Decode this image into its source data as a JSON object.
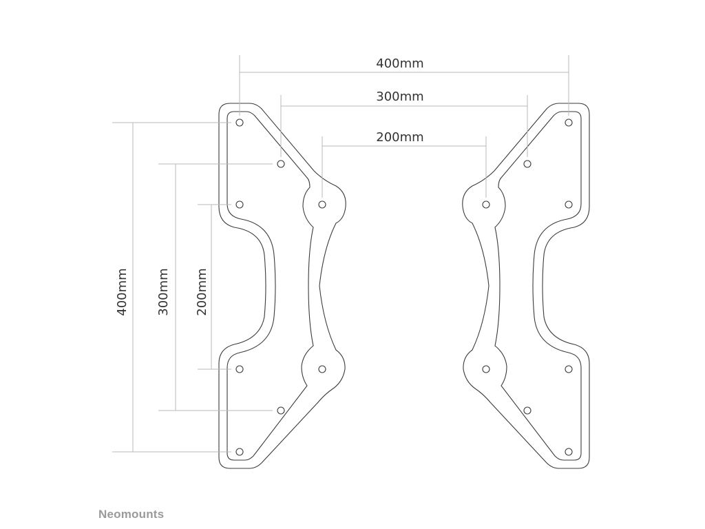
{
  "dimensions": {
    "horizontal": {
      "w400": "400mm",
      "w300": "300mm",
      "w200": "200mm"
    },
    "vertical": {
      "h400": "400mm",
      "h300": "300mm",
      "h200": "200mm"
    }
  },
  "brand": {
    "logo": "Neomounts"
  },
  "colors": {
    "outline": "#3a3a3a",
    "dimension_line": "#b9b9b9",
    "brand_text": "#9a9a9a"
  }
}
